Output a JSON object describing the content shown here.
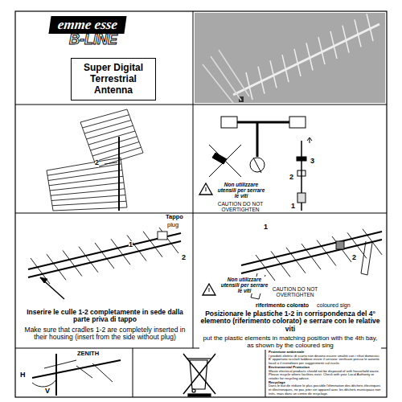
{
  "diagram": {
    "title": "Super Digital Terrestrial Antenna",
    "nodes": [
      {
        "text": [
          "emme esse"
        ]
      }
    ],
    "labels": [
      "B-LINE",
      "2",
      "4",
      "3",
      "2",
      "1",
      "Non utilizzare utensili per serrare le viti",
      "CAUTION DO NOT OVERTIGHTEN",
      "Tappo",
      "plug",
      "1",
      "2",
      "Non utilizzare utensili per serrare le viti",
      "CAUTION DO NOT OVERTIGHTEN",
      "1",
      "2",
      "riferimento colorato",
      "coloured sign",
      "Inserire le culle 1-2 completamente in sede dalla parte priva di tappo",
      "Make sure that cradles 1-2 are completely inserted in their housing (insert from the side without plug)",
      "Posizionare le plastiche 1-2 in corrispondenza del 4° elemento (riferimento colorato) e serrare con le relative viti",
      "put the plastic elements in matching position with the 4th bay, as shown by the coloured sing",
      "ZENITH",
      "H",
      "V",
      "Protezione ambientale",
      "I prodotti elettrici di scarto non devono essere smaltiti con i rifiuti domestici. E' opportuno riciclarli laddove esiste il servizio: verificare presso le autorità locali o il rivenditore per suggerimenti sul riciclo.",
      "Environmental Protection",
      "Waste electrical products should not be disposed of with household waste. Please recycle where facilities exist. Check with your Local Authority or retailer for recycling advice.",
      "Recyclage",
      "Dans le but de réduire le plus possible l'élimination des déchets électriques et électroniques, ne pas jeter cet appareil avec les déchets municipaux non triés, mais dans un centre de recyclage."
    ]
  }
}
